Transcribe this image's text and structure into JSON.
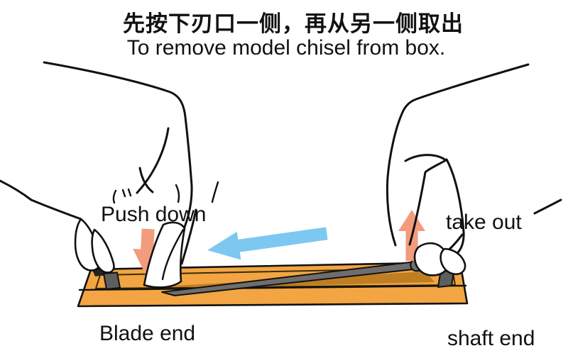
{
  "title": {
    "zh": "先按下刃口一侧，再从另一侧取出",
    "en": "To remove model chisel from box."
  },
  "labels": {
    "push_down": "Push down",
    "take_out": "take out",
    "blade_end": "Blade end",
    "shaft_end": "shaft end"
  },
  "colors": {
    "background": "#FFFFFF",
    "outline": "#111111",
    "box_orange": "#F2A542",
    "box_interior": "#E8982F",
    "box_shadow": "#BF7E22",
    "pocket_gray": "#5E5E5E",
    "chisel_gray": "#6E6E6E",
    "arrow_salmon": "#F29C7C",
    "arrow_blue": "#7DC8F0"
  }
}
